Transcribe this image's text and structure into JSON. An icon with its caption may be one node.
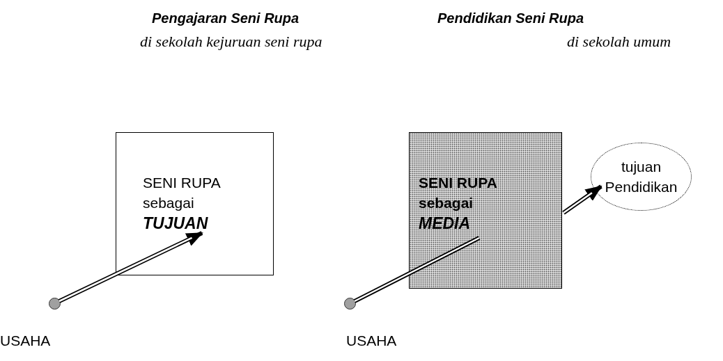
{
  "diagram": {
    "nodes": [
      {
        "text": [
          "SENI RUPA sebagai",
          "TUJUAN"
        ]
      },
      {
        "text": [],
        "shape": "circle",
        "beside": [
          "USAHA"
        ]
      },
      {
        "text": [
          "SENI RUPA sebagai",
          "MEDIA"
        ]
      },
      {
        "text": [
          "tujuan Pendidikan"
        ]
      },
      {
        "text": [],
        "shape": "circle",
        "beside": [
          "USAHA"
        ]
      }
    ],
    "edges": [
      {
        "from": 1,
        "to": 0,
        "arrow": "to"
      },
      {
        "from": 4,
        "to": 2,
        "arrow": "none"
      },
      {
        "from": 2,
        "to": 3,
        "arrow": "to"
      }
    ],
    "labels": [
      "Pengajaran Seni Rupa",
      "di sekolah kejuruan seni rupa",
      "Pendidikan Seni Rupa",
      "di sekolah umum"
    ]
  }
}
